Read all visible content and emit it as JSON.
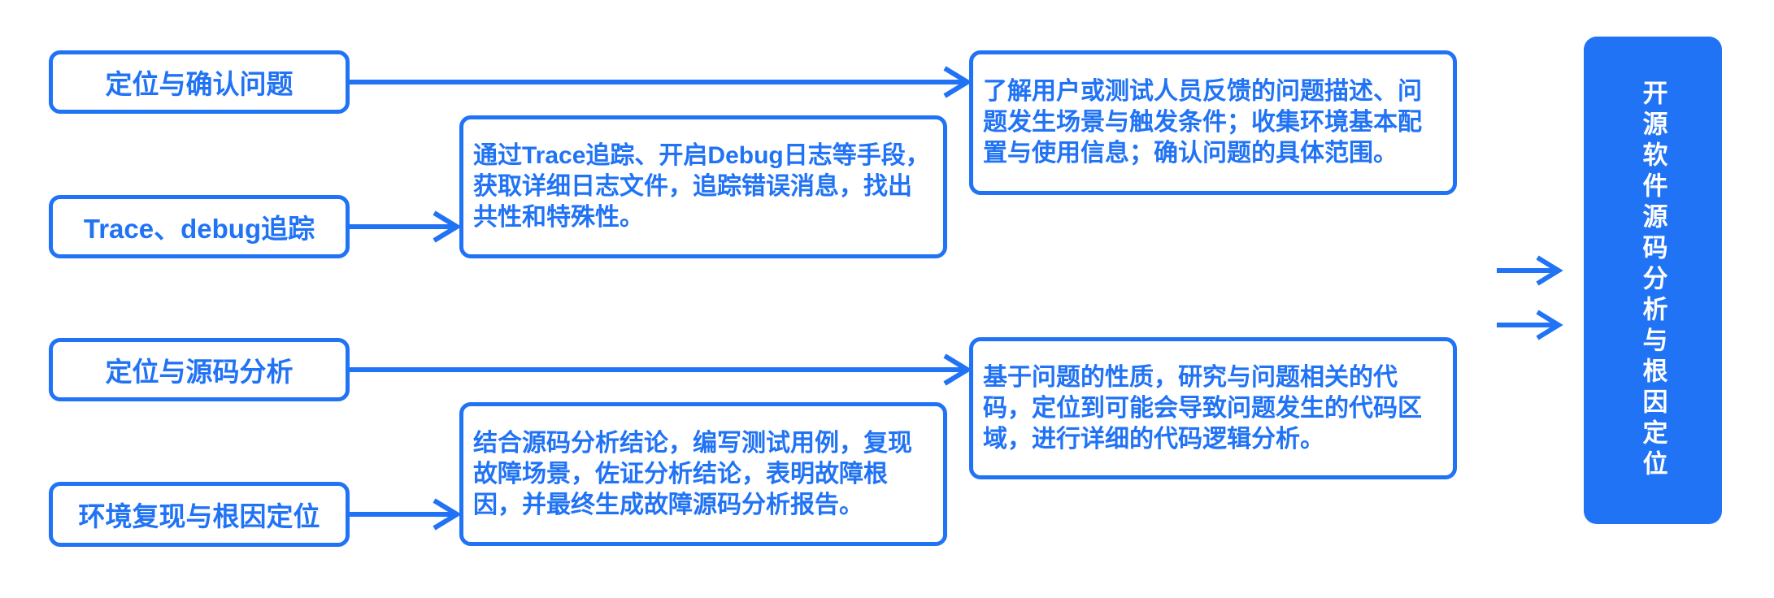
{
  "colors": {
    "accent": "#2173F6",
    "background": "#FFFFFF",
    "result_text": "#FFFFFF"
  },
  "steps": [
    {
      "label": "定位与确认问题",
      "description": "了解用户或测试人员反馈的问题描述、问题发生场景与触发条件；收集环境基本配置与使用信息；确认问题的具体范围。"
    },
    {
      "label": "Trace、debug追踪",
      "description": "通过Trace追踪、开启Debug日志等手段，获取详细日志文件，追踪错误消息，找出共性和特殊性。"
    },
    {
      "label": "定位与源码分析",
      "description": "基于问题的性质，研究与问题相关的代码，定位到可能会导致问题发生的代码区域，进行详细的代码逻辑分析。"
    },
    {
      "label": "环境复现与根因定位",
      "description": "结合源码分析结论，编写测试用例，复现故障场景，佐证分析结论，表明故障根因，并最终生成故障源码分析报告。"
    }
  ],
  "result": {
    "label": "开源软件源码分析与根因定位"
  }
}
